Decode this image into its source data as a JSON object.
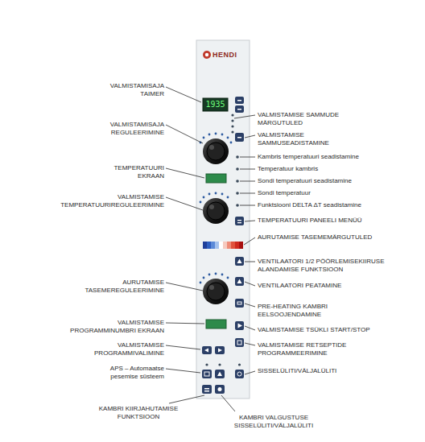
{
  "diagram": {
    "labels": [
      "HENDI",
      "1935",
      "VALMISTAMISAJA TAIMER",
      "VALMISTAMISAJA REGULEERIMINE",
      "TEMPERATUURI EKRAAN",
      "VALMISTAMISE TEMPERATUURIREGULEERIMINE",
      "AURUTAMISE TASEMEREGULEERIMINE",
      "VALMISTAMISE PROGRAMMINUMBRI EKRAAN",
      "VALMISTAMISE PROGRAMMIVALIMINE",
      "APS – Automaatse pesemise süsteem",
      "KAMBRI KIIRJAHUTAMISE FUNKTSIOON",
      "VALMISTAMISE SAMMUDE MÄRGUTULED",
      "VALMISTAMISE SAMMUSEADISTAMINE",
      "Kambris temperatuuri seadistamine",
      "Temperatuur kambris",
      "Sondi temperatuuri seadistamine",
      "Sondi temperatuur",
      "Funktsiooni DELTA ΔT seadistamine",
      "TEMPERATUURI PANEELI MENÜÜ",
      "AURUTAMISE TASEMEMÄRGUTULED",
      "VENTILAATORI 1/2 PÖÖRLEMISEKIIRUSE ALANDAMISE FUNKTSIOON",
      "VENTILAATORI PEATAMINE",
      "PRE-HEATING KAMBRI EELSOOJENDAMINE",
      "VALMISTAMISE TSÜKLI START/STOP",
      "VALMISTAMISE RETSEPTIDE PROGRAMMEERIMINE",
      "SISSELÜLITI/VÄLJALÜLITI",
      "KAMBRI VALGUSTUSE SISSELÜLITI/VÄLJALÜLITI"
    ]
  }
}
